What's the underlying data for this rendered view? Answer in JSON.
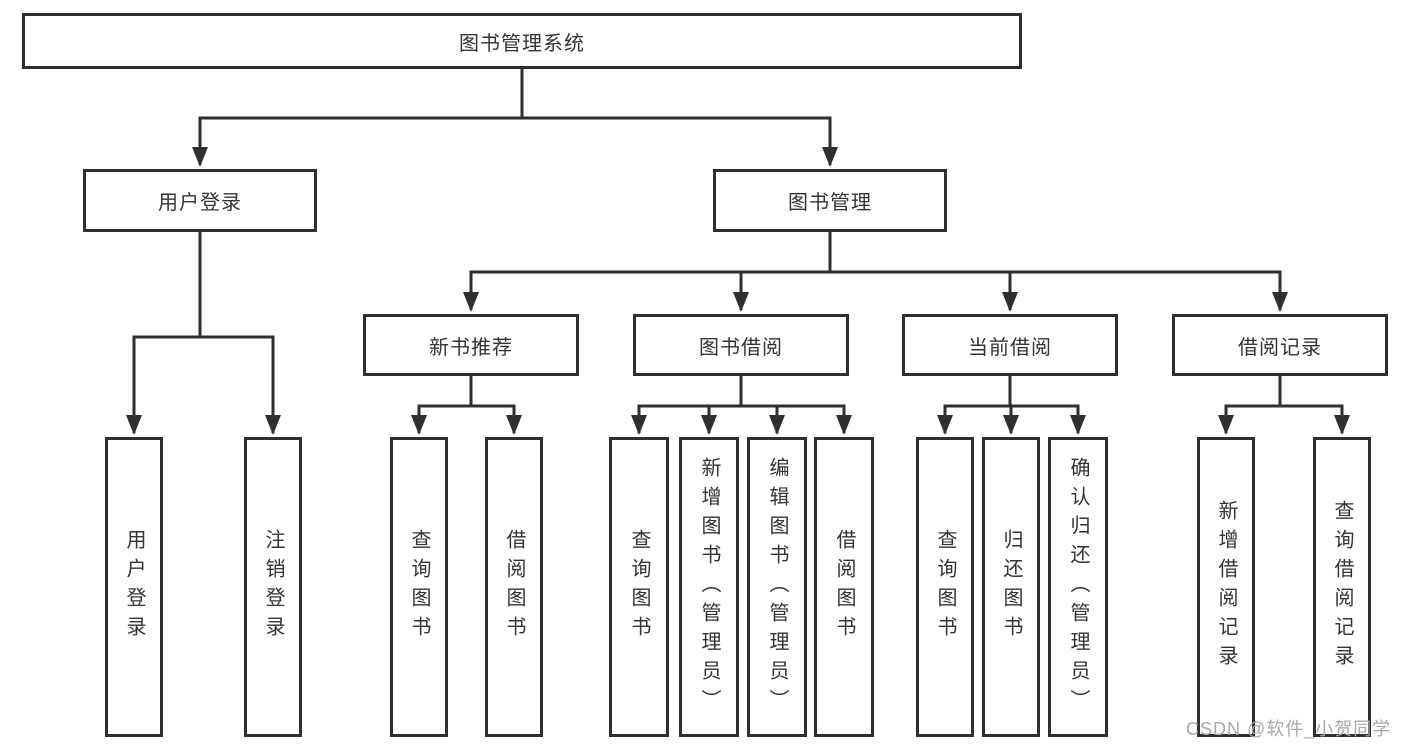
{
  "tree": {
    "root": {
      "label": "图书管理系统"
    },
    "login": {
      "label": "用户登录",
      "children": [
        {
          "label": "用户登录"
        },
        {
          "label": "注销登录"
        }
      ]
    },
    "management": {
      "label": "图书管理",
      "groups": [
        {
          "label": "新书推荐",
          "children": [
            {
              "label": "查询图书"
            },
            {
              "label": "借阅图书"
            }
          ]
        },
        {
          "label": "图书借阅",
          "children": [
            {
              "label": "查询图书"
            },
            {
              "label": "新增图书（管理员）"
            },
            {
              "label": "编辑图书（管理员）"
            },
            {
              "label": "借阅图书"
            }
          ]
        },
        {
          "label": "当前借阅",
          "children": [
            {
              "label": "查询图书"
            },
            {
              "label": "归还图书"
            },
            {
              "label": "确认归还（管理员）"
            }
          ]
        },
        {
          "label": "借阅记录",
          "children": [
            {
              "label": "新增借阅记录"
            },
            {
              "label": "查询借阅记录"
            }
          ]
        }
      ]
    }
  },
  "watermark": {
    "text": "CSDN @软件_小贺同学"
  },
  "colors": {
    "line": "#2f2f2f",
    "text": "#333333",
    "watermark": "#a8a8a8",
    "bg": "#ffffff"
  }
}
